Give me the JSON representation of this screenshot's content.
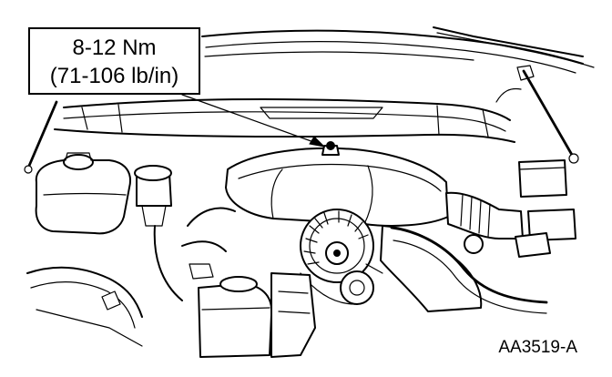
{
  "callout": {
    "line1": "8-12 Nm",
    "line2": "(71-106 lb/in)"
  },
  "figure_id": "AA3519-A",
  "colors": {
    "ink": "#000000",
    "paper": "#ffffff"
  }
}
